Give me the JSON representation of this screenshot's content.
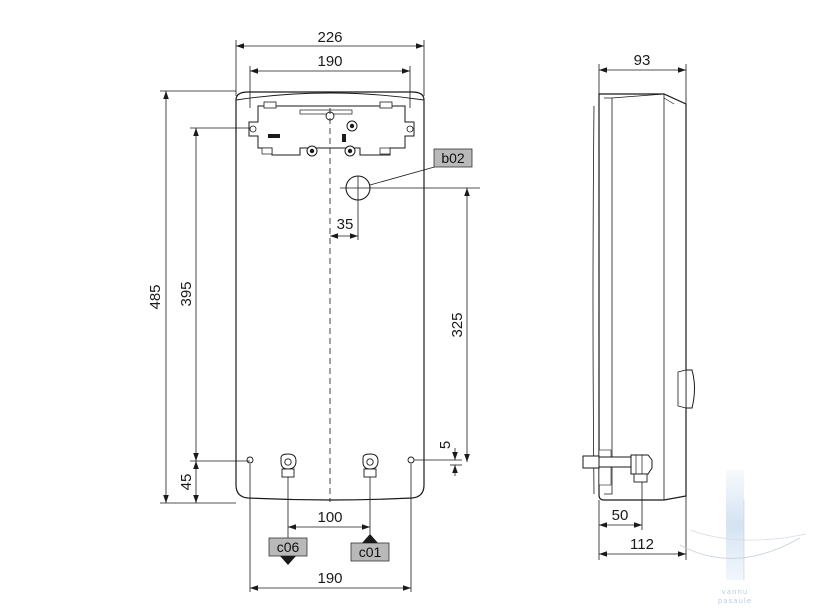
{
  "front_view": {
    "dims": {
      "overall_width": "226",
      "bracket_width": "190",
      "overall_height": "485",
      "bracket_height": "395",
      "bottom_offset": "45",
      "center_offset": "35",
      "outlet_to_top": "325",
      "small_gap": "5",
      "pipe_spacing": "100",
      "bottom_width": "190"
    },
    "tags": {
      "electrical_entry": "b02",
      "hot_water_outlet": "c06",
      "cold_water_inlet": "c01"
    }
  },
  "side_view": {
    "dims": {
      "depth": "93",
      "pipe_depth": "50",
      "total_depth": "112"
    }
  },
  "watermark": {
    "line1": "vannu",
    "line2": "pasaule",
    "color": "#b7cde6"
  }
}
